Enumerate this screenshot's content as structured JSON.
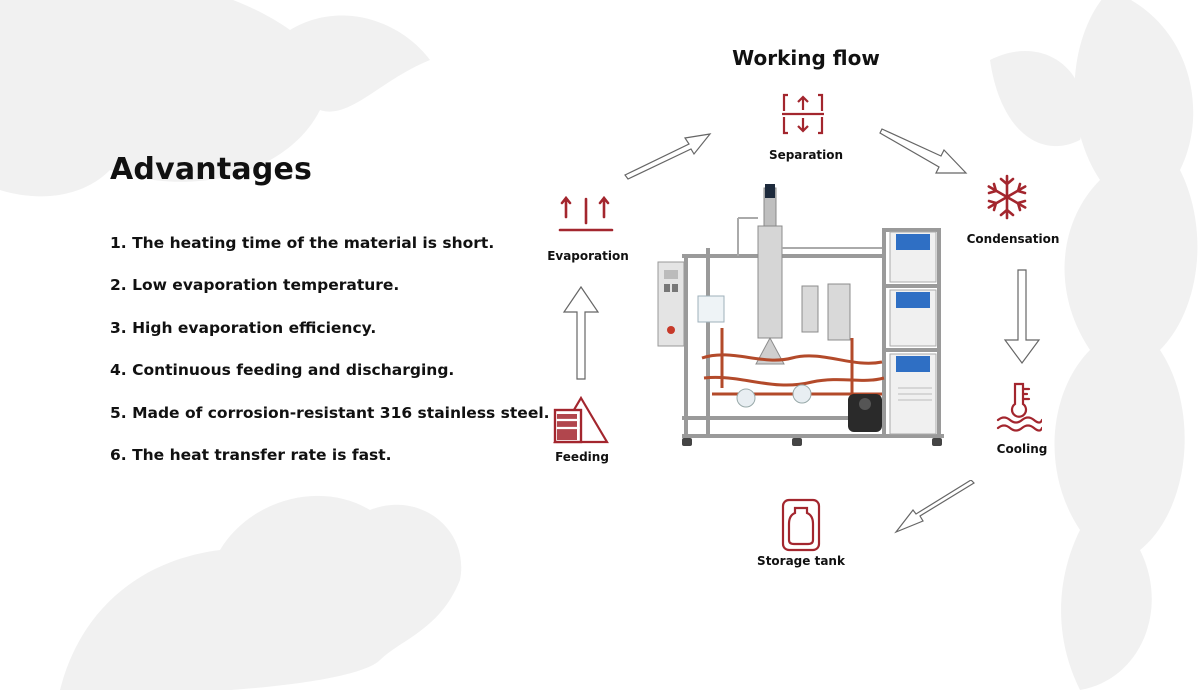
{
  "advantages": {
    "title": "Advantages",
    "items": [
      "1. The heating time of the material is short.",
      "2. Low evaporation temperature.",
      "3. High evaporation efficiency.",
      "4. Continuous feeding and discharging.",
      "5. Made of corrosion-resistant 316 stainless steel.",
      "6. The heat transfer rate is fast."
    ]
  },
  "working_flow": {
    "title": "Working flow",
    "steps": {
      "separation": "Separation",
      "condensation": "Condensation",
      "cooling": "Cooling",
      "storage_tank": "Storage tank",
      "feeding": "Feeding",
      "evaporation": "Evaporation"
    }
  },
  "colors": {
    "icon_red": "#a3262e",
    "arrow_stroke": "#666666",
    "leaf_background": "#f1f1f1"
  }
}
